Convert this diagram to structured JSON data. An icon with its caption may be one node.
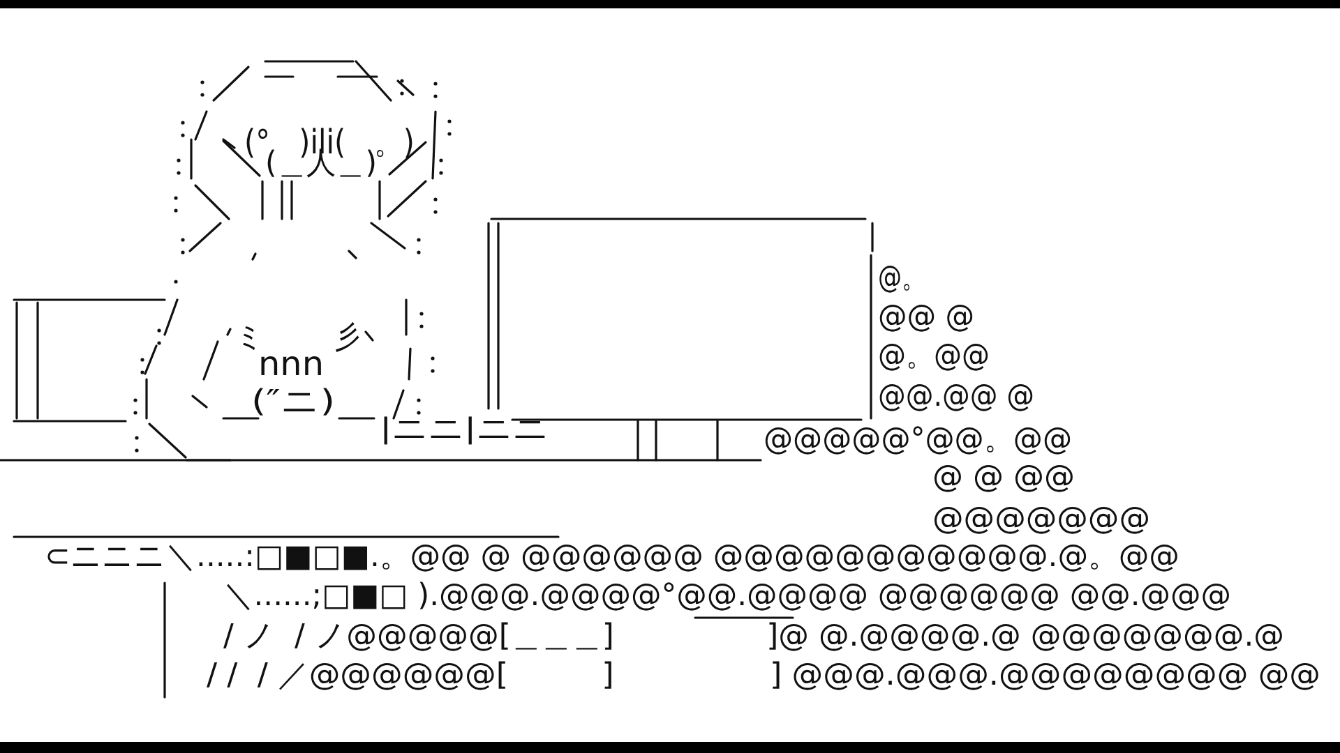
{
  "diagram": {
    "labels": [
      "(°　)ili(　。)",
      "(＿人＿)",
      "ミ",
      "彡",
      "nnn",
      "(″ニ)",
      "|ニニ|ニニ",
      "@。",
      "@@ @",
      "@。@@",
      "@@.@@ @",
      "@@@@@°@@。@@",
      "@ @ @@",
      "@@@@@@@",
      "⊂ニニニ＼.....:□■□■.。@@ @ @@@@@@ @@@@@@@@@@@.@。@@",
      "＼......;□■□ ).@@@.@@@@°@@.@@@@ @@@@@@ @@.@@@",
      "/ ノ  / ノ@@@@@[＿＿＿]　　　　　]@ @.@@@@.@ @@@@@@@.@",
      "/ /  / ／@@@@@@[　　　]　　　　　] @@@.@@@.@@@@@@@@ @@"
    ]
  }
}
